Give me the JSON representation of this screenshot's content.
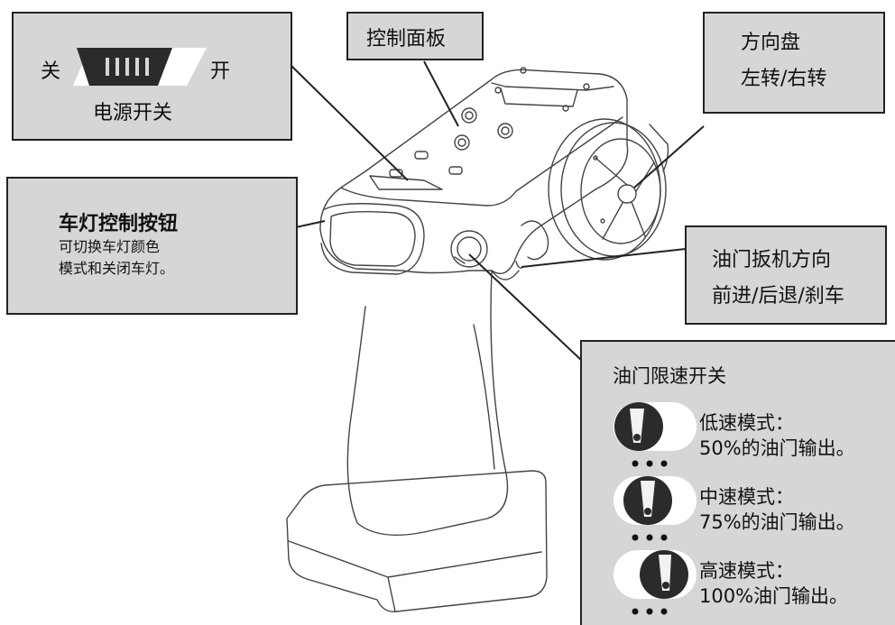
{
  "power_switch": {
    "off_label": "关",
    "on_label": "开",
    "title": "电源开关"
  },
  "control_panel": {
    "title": "控制面板"
  },
  "steering": {
    "title": "方向盘",
    "subtitle": "左转/右转"
  },
  "light_button": {
    "title": "车灯控制按钮",
    "desc_line1": "可切换车灯颜色",
    "desc_line2": "模式和关闭车灯。"
  },
  "throttle": {
    "title": "油门扳机方向",
    "subtitle": "前进/后退/刹车"
  },
  "speed_limit": {
    "title": "油门限速开关",
    "modes": [
      {
        "name": "低速模式：",
        "desc": "50%的油门输出。"
      },
      {
        "name": "中速模式：",
        "desc": "75%的油门输出。"
      },
      {
        "name": "高速模式：",
        "desc": "100%油门输出。"
      }
    ]
  },
  "colors": {
    "panel_fill": "#d6d6d6",
    "outline": "#222222",
    "switch_dark": "#2b2b2b"
  }
}
